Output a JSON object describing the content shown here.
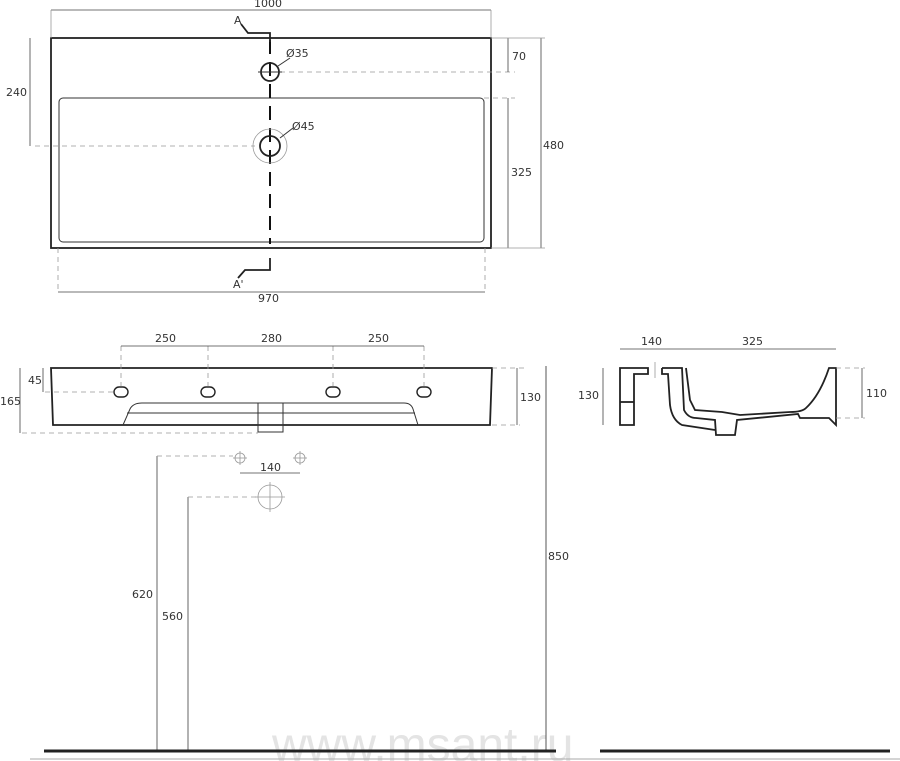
{
  "top_view": {
    "width_outer": "1000",
    "width_inner": "970",
    "depth_to_drain": "240",
    "tap_offset": "70",
    "basin_depth": "325",
    "total_depth": "480",
    "tap_hole_diameter": "Ø35",
    "drain_diameter": "Ø45",
    "section_start": "A",
    "section_end": "A'"
  },
  "front_view": {
    "spacing_1": "250",
    "spacing_2": "280",
    "spacing_3": "250",
    "total_height": "165",
    "hole_offset": "45",
    "body_height": "130",
    "mount_height": "850",
    "supply_height": "620",
    "waste_height": "560",
    "supply_spacing": "140"
  },
  "side_view": {
    "rear_depth": "140",
    "basin_depth": "325",
    "height": "130",
    "bowl_depth": "110"
  },
  "watermark": "www.msant.ru"
}
